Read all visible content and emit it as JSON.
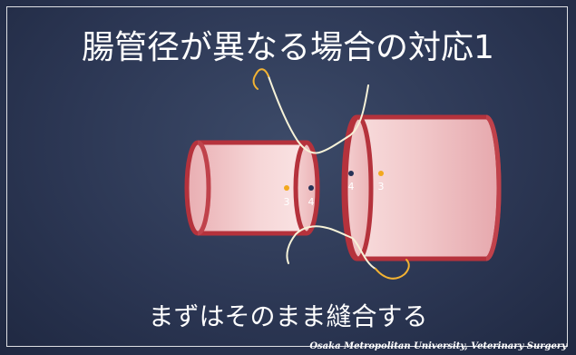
{
  "title": "腸管径が異なる場合の対応1",
  "caption": "まずはそのまま縫合する",
  "footer": "Osaka Metropolitan University, Veterinary Surgery",
  "markers": {
    "left_outer": "3",
    "left_inner": "4",
    "right_inner": "4",
    "right_outer": "3"
  },
  "colors": {
    "background": "#2c3754",
    "intestine_rim": "#b5323c",
    "intestine_fill": "#f0c4c6",
    "suture": "#f6f2d8",
    "needle": "#f2b233",
    "marker_orange": "#f2a81e",
    "marker_navy": "#263257"
  },
  "icons": [
    "suture-needle-icon",
    "suture-needle-icon"
  ]
}
